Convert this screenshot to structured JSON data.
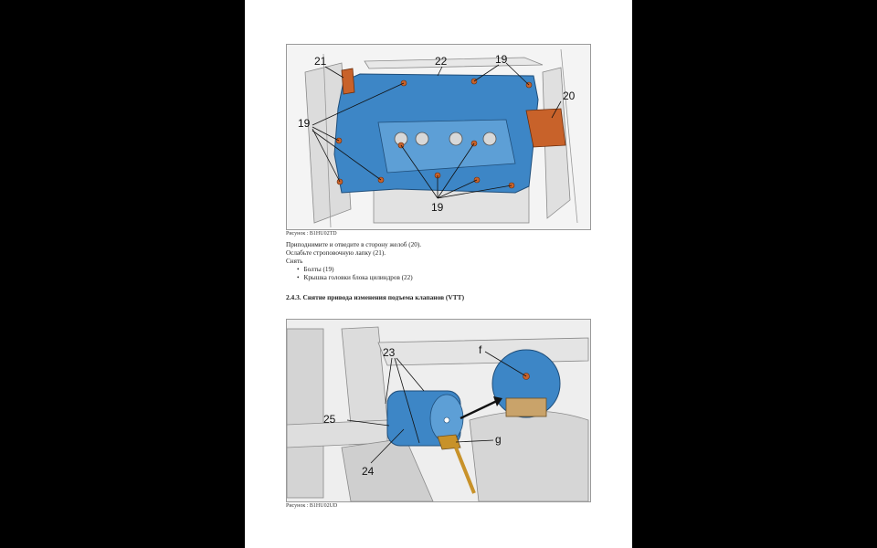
{
  "figure1": {
    "caption": "Рисунок : B1HU02TD",
    "labels": {
      "l21": "21",
      "l22": "22",
      "l19_top": "19",
      "l20": "20",
      "l19_left": "19",
      "l19_bottom": "19"
    }
  },
  "instructions": {
    "line1": "Приподнимите и отведите в сторону желоб (20).",
    "line2": "Ослабьте строповочную лапку (21).",
    "line3": "Снять",
    "bullets": [
      "Болты (19)",
      "Крышка головки блока цилиндров (22)"
    ]
  },
  "section_heading": "2.4.3. Снятие привода изменения подъема клапанов (VTT)",
  "figure2": {
    "caption": "Рисунок : B1HU02UD",
    "labels": {
      "l23": "23",
      "lf": "f",
      "l25": "25",
      "lg": "g",
      "l24": "24"
    }
  },
  "colors": {
    "part_blue": "#3d86c6",
    "part_orange": "#c8622a",
    "background": "#000000",
    "page": "#ffffff"
  }
}
